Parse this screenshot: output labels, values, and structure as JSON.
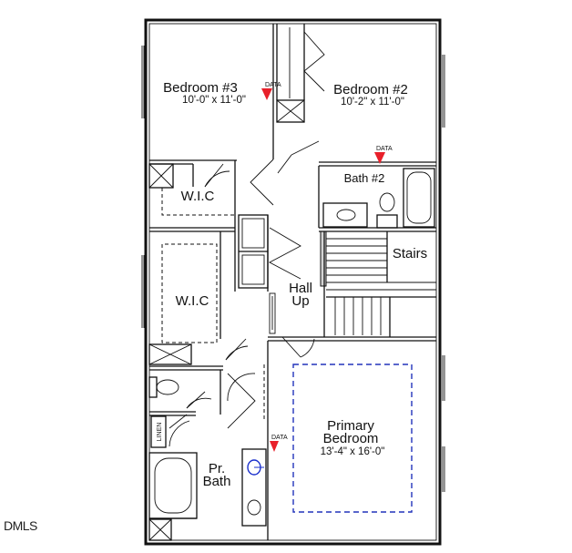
{
  "rooms": {
    "bedroom3": {
      "name": "Bedroom #3",
      "dims": "10'-0\" x 11'-0\""
    },
    "bedroom2": {
      "name": "Bedroom #2",
      "dims": "10'-2\" x 11'-0\""
    },
    "bath2": {
      "name": "Bath #2"
    },
    "wic_upper": {
      "name": "W.I.C"
    },
    "wic_lower": {
      "name": "W.I.C"
    },
    "stairs": {
      "name": "Stairs"
    },
    "hall": {
      "line1": "Hall",
      "line2": "Up"
    },
    "primary": {
      "line1": "Primary",
      "line2": "Bedroom",
      "dims": "13'-4\" x 16'-0\""
    },
    "pr_bath": {
      "line1": "Pr.",
      "line2": "Bath"
    },
    "linen": {
      "name": "LINEN"
    }
  },
  "data_markers": [
    "DATA",
    "DATA",
    "DATA"
  ],
  "watermark": "DMLS",
  "colors": {
    "walls": "#111111",
    "marker": "#e8202a",
    "ceiling_dash": "#2233bb"
  }
}
